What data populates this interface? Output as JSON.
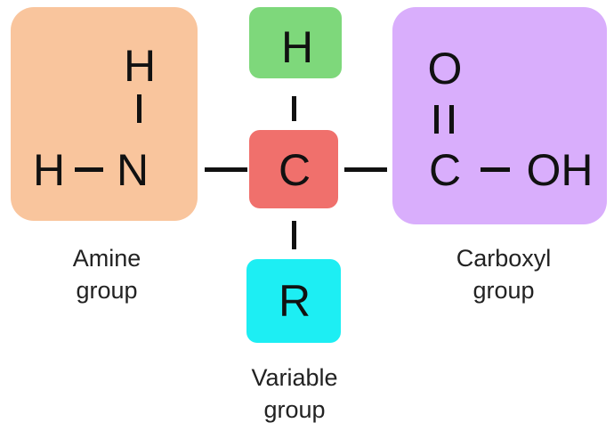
{
  "colors": {
    "amine": "#f9c59d",
    "carboxyl": "#d9aefc",
    "hydrogen": "#7ed87b",
    "carbon": "#f0706c",
    "variable": "#1deef3",
    "ink": "#111111"
  },
  "amine": {
    "h_top": "H",
    "h_left": "H",
    "n": "N",
    "label_line1": "Amine",
    "label_line2": "group"
  },
  "center": {
    "h": "H",
    "c": "C",
    "r": "R",
    "label_line1": "Variable",
    "label_line2": "group"
  },
  "carboxyl": {
    "o": "O",
    "c": "C",
    "oh": "OH",
    "label_line1": "Carboxyl",
    "label_line2": "group"
  }
}
